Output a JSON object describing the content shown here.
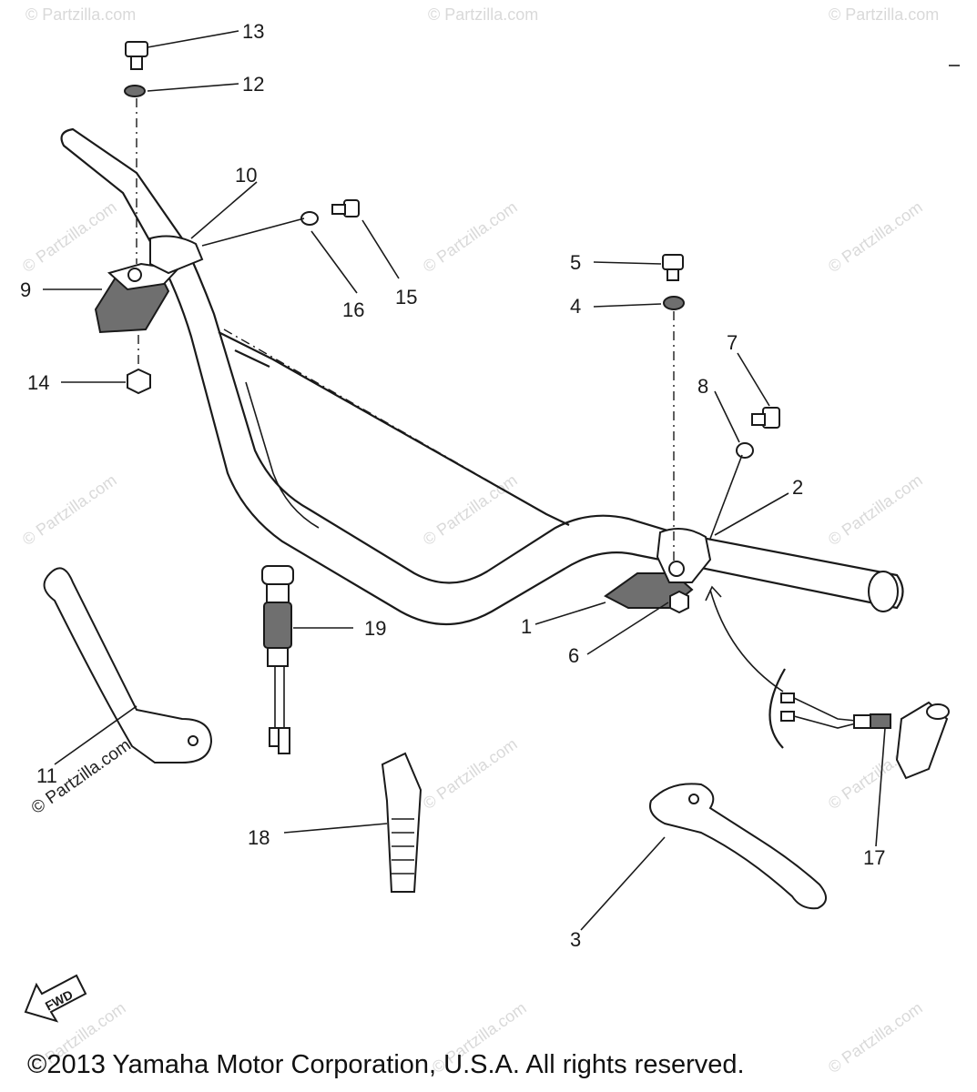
{
  "diagram": {
    "callouts": [
      {
        "id": "1",
        "label": "1"
      },
      {
        "id": "2",
        "label": "2"
      },
      {
        "id": "3",
        "label": "3"
      },
      {
        "id": "4",
        "label": "4"
      },
      {
        "id": "5",
        "label": "5"
      },
      {
        "id": "6",
        "label": "6"
      },
      {
        "id": "7",
        "label": "7"
      },
      {
        "id": "8",
        "label": "8"
      },
      {
        "id": "9",
        "label": "9"
      },
      {
        "id": "10",
        "label": "10"
      },
      {
        "id": "11",
        "label": "11"
      },
      {
        "id": "12",
        "label": "12"
      },
      {
        "id": "13",
        "label": "13"
      },
      {
        "id": "14",
        "label": "14"
      },
      {
        "id": "15",
        "label": "15"
      },
      {
        "id": "16",
        "label": "16"
      },
      {
        "id": "17",
        "label": "17"
      },
      {
        "id": "18",
        "label": "18"
      },
      {
        "id": "19",
        "label": "19"
      }
    ],
    "fwd_label": "FWD",
    "watermark": "© Partzilla.com",
    "colors": {
      "ink": "#1a1a1a",
      "watermark": "#d9d9d9",
      "background": "#ffffff"
    }
  },
  "footer": {
    "copyright": "©2013 Yamaha Motor Corporation, U.S.A. All rights reserved."
  }
}
